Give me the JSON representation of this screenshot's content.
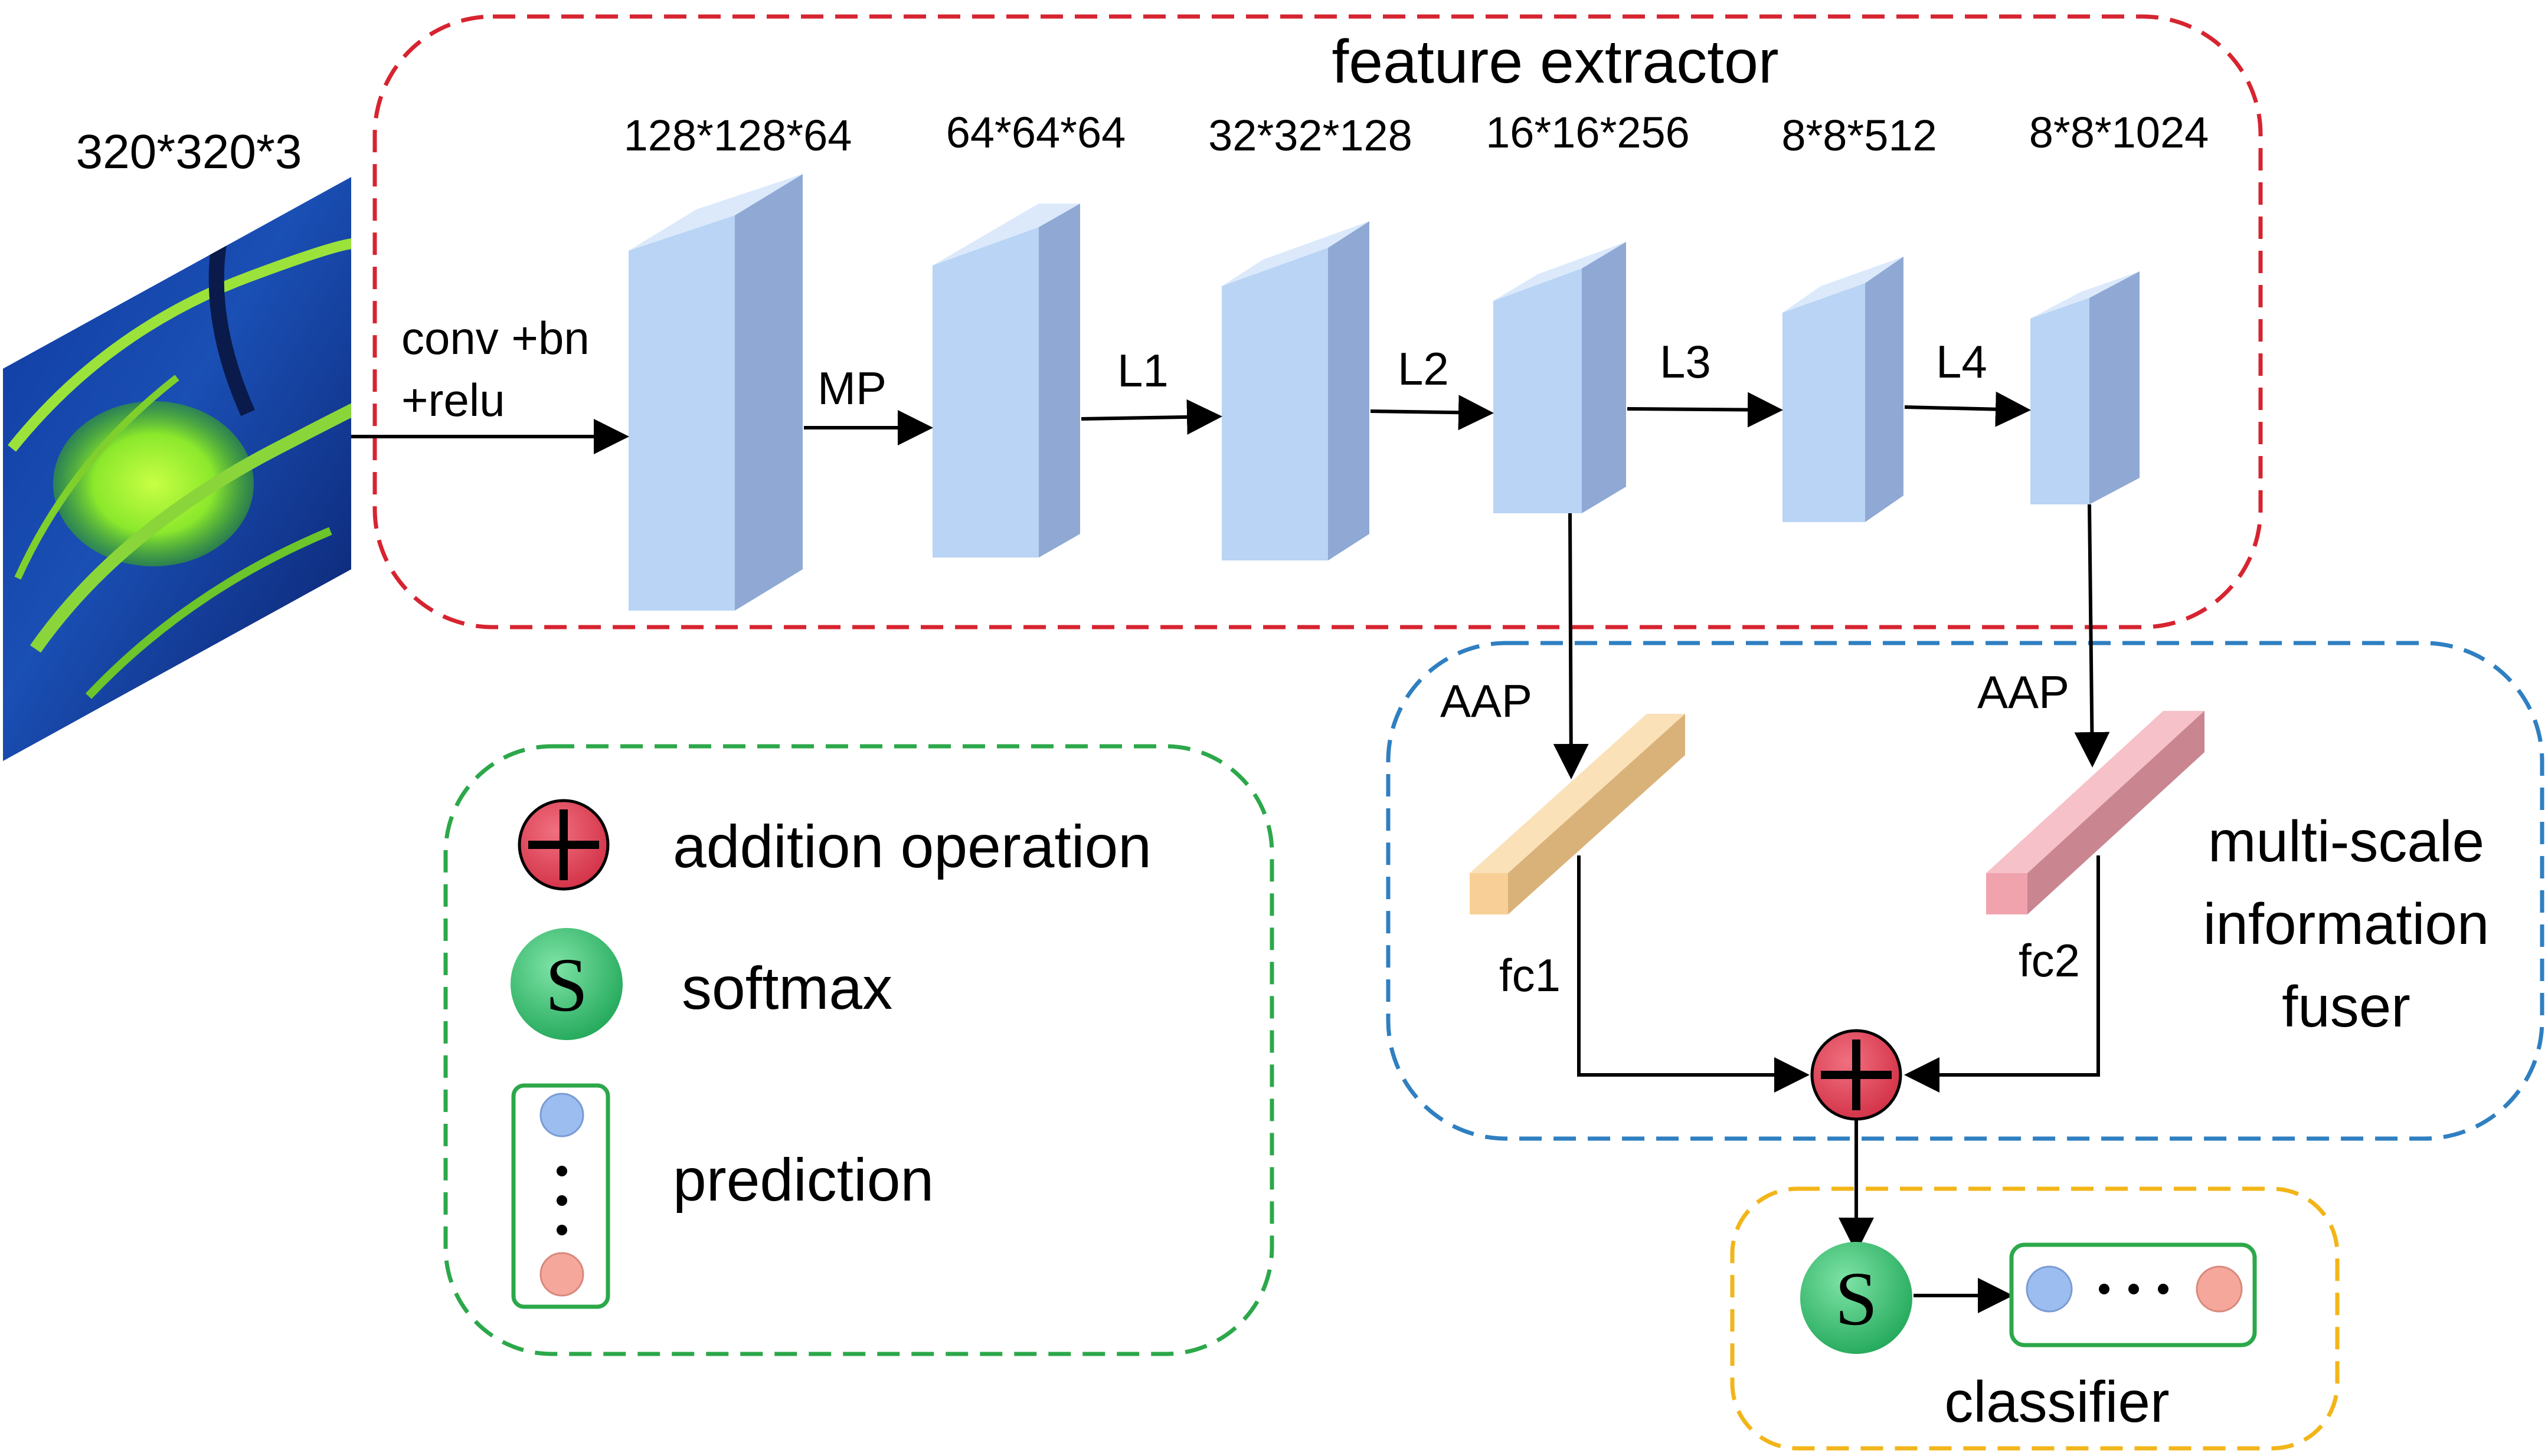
{
  "input": {
    "dims": "320*320*3"
  },
  "feature_extractor": {
    "title": "feature extractor",
    "stage_dims": [
      "128*128*64",
      "64*64*64",
      "32*32*128",
      "16*16*256",
      "8*8*512",
      "8*8*1024"
    ],
    "op_labels": {
      "stem_line1": "conv +bn",
      "stem_line2": "+relu",
      "mp": "MP",
      "l1": "L1",
      "l2": "L2",
      "l3": "L3",
      "l4": "L4"
    }
  },
  "fuser": {
    "title_lines": [
      "multi-scale",
      "information",
      "fuser"
    ],
    "aap_left": "AAP",
    "aap_right": "AAP",
    "fc1": "fc1",
    "fc2": "fc2"
  },
  "legend": {
    "addition": "addition operation",
    "softmax": "softmax",
    "prediction": "prediction",
    "softmax_symbol": "S"
  },
  "classifier": {
    "title": "classifier",
    "softmax_symbol": "S"
  },
  "colors": {
    "extractor_border": "#d62430",
    "fuser_border": "#2f7fc1",
    "legend_border": "#2ca84a",
    "classifier_border": "#f2b519",
    "block_front": "#b9d4f4",
    "block_top": "#dbe9fb",
    "block_side": "#8fa9d4",
    "fc1_color": "#f8cf96",
    "fc2_color": "#f0a3ad",
    "plus_red": "#e04456",
    "softmax_green": "#3fc47a",
    "pred_blue": "#9bbdf0",
    "pred_pink": "#f4a79a"
  }
}
